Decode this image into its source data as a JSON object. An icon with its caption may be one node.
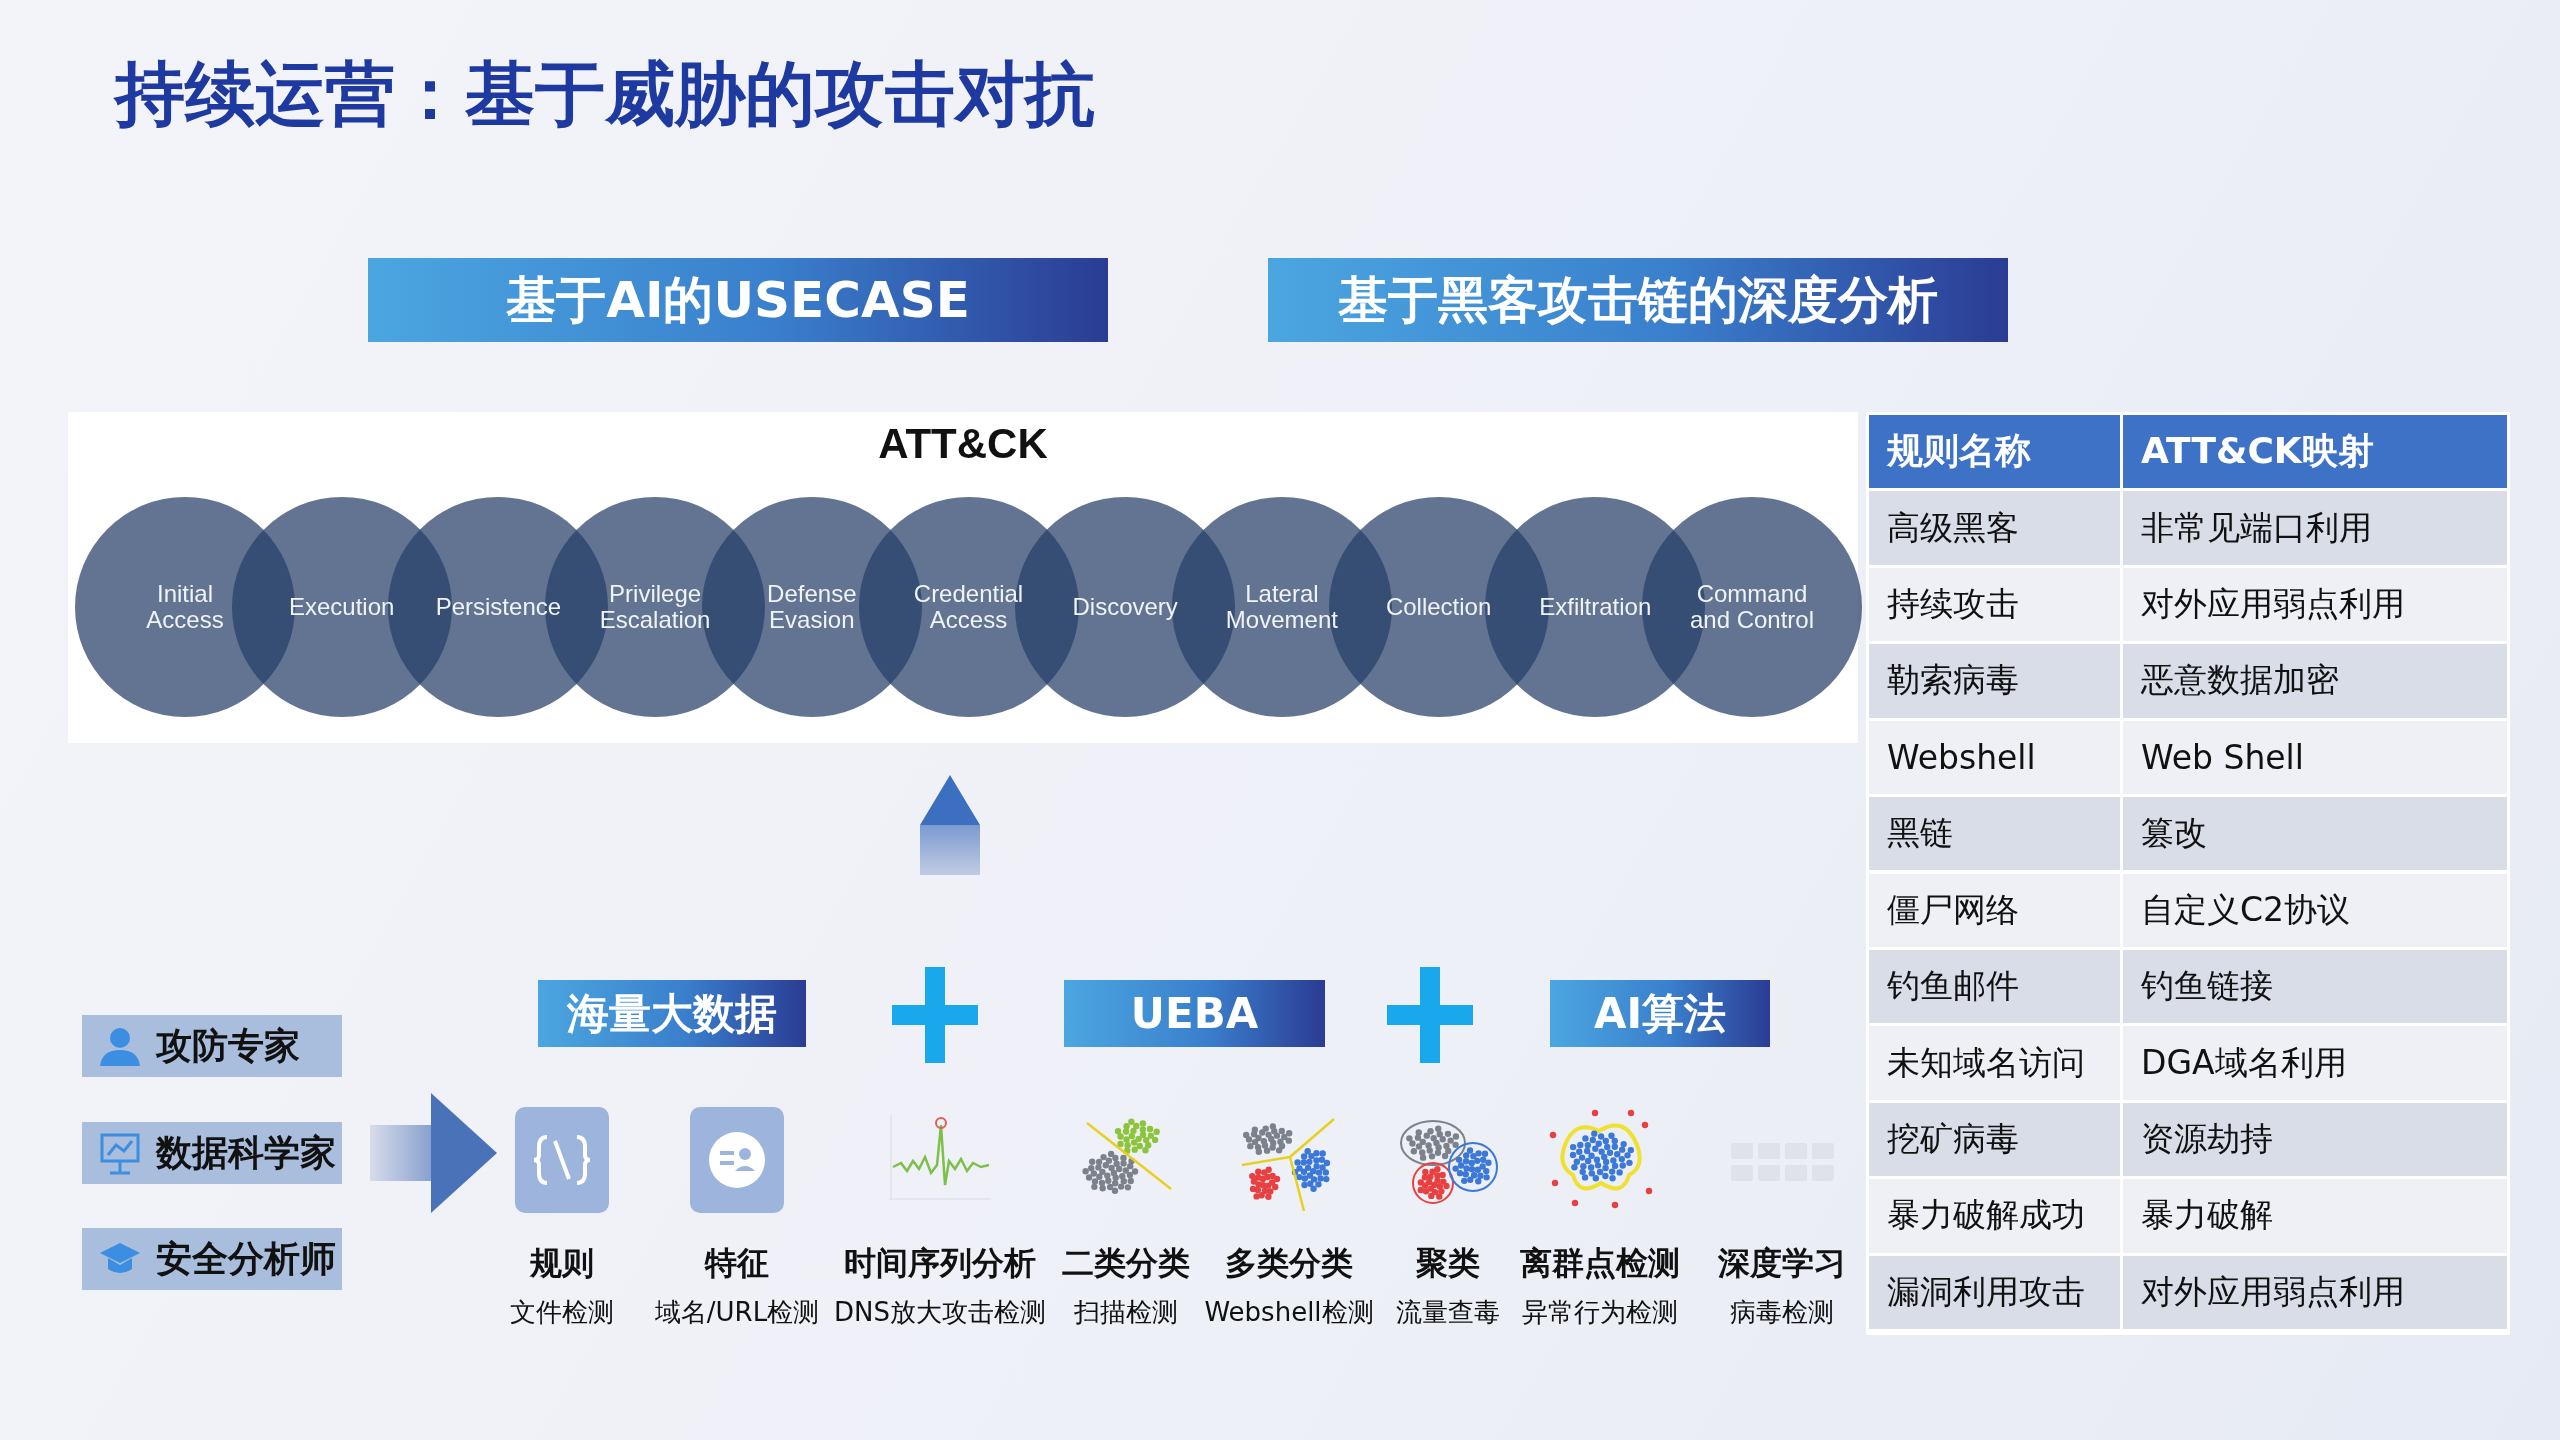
{
  "diagram": {
    "title": "持续运营：基于威胁的攻击对抗",
    "nodes": [
      {
        "text": [
          "基于AI的USECASE"
        ]
      },
      {
        "text": [
          "基于黑客攻击链的深度分析"
        ]
      },
      {
        "text": [
          "ATT&CK"
        ]
      },
      {
        "text": [
          "Initial Access"
        ],
        "in": 2
      },
      {
        "text": [
          "Execution"
        ],
        "in": 2
      },
      {
        "text": [
          "Persistence"
        ],
        "in": 2
      },
      {
        "text": [
          "Privilege Escalation"
        ],
        "in": 2
      },
      {
        "text": [
          "Defense Evasion"
        ],
        "in": 2
      },
      {
        "text": [
          "Credential Access"
        ],
        "in": 2
      },
      {
        "text": [
          "Discovery"
        ],
        "in": 2
      },
      {
        "text": [
          "Lateral Movement"
        ],
        "in": 2
      },
      {
        "text": [
          "Collection"
        ],
        "in": 2
      },
      {
        "text": [
          "Exfiltration"
        ],
        "in": 2
      },
      {
        "text": [
          "Command and Control"
        ],
        "in": 2
      },
      {
        "text": [
          "攻防专家"
        ]
      },
      {
        "text": [
          "数据科学家"
        ]
      },
      {
        "text": [
          "安全分析师"
        ]
      },
      {
        "text": [
          "海量大数据"
        ]
      },
      {
        "text": [
          "UEBA"
        ]
      },
      {
        "text": [
          "AI算法"
        ]
      },
      {
        "text": [
          "规则",
          "文件检测"
        ]
      },
      {
        "text": [
          "特征",
          "域名/URL检测"
        ]
      },
      {
        "text": [
          "时间序列分析",
          "DNS放大攻击检测"
        ]
      },
      {
        "text": [
          "二类分类",
          "扫描检测"
        ]
      },
      {
        "text": [
          "多类分类",
          "Webshell检测"
        ]
      },
      {
        "text": [
          "聚类",
          "流量查毒"
        ]
      },
      {
        "text": [
          "离群点检测",
          "异常行为检测"
        ]
      },
      {
        "text": [
          "深度学习",
          "病毒检测"
        ]
      }
    ],
    "edges": [
      {
        "from": null,
        "to": 2,
        "arrow": "to",
        "style": "thick"
      },
      {
        "from": 15,
        "to": 20,
        "arrow": "to",
        "style": "thick"
      }
    ],
    "labels": [
      "规则名称",
      "ATT&CK映射",
      "高级黑客",
      "非常见端口利用",
      "持续攻击",
      "对外应用弱点利用",
      "勒索病毒",
      "恶意数据加密",
      "Webshell",
      "Web Shell",
      "黑链",
      "篡改",
      "僵尸网络",
      "自定义C2协议",
      "钓鱼邮件",
      "钓鱼链接",
      "未知域名访问",
      "DGA域名利用",
      "挖矿病毒",
      "资源劫持",
      "暴力破解成功",
      "暴力破解",
      "漏洞利用攻击",
      "对外应用弱点利用"
    ]
  }
}
